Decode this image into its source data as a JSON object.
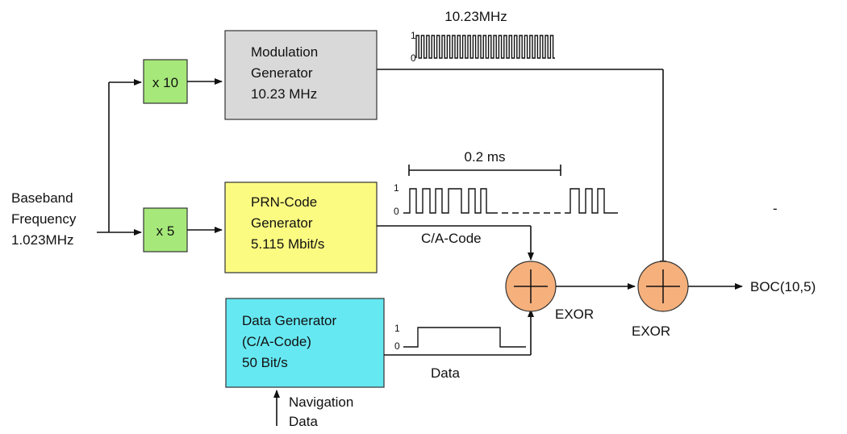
{
  "input": {
    "line1": "Baseband",
    "line2": "Frequency",
    "line3": "1.023MHz"
  },
  "multipliers": {
    "x10": "x 10",
    "x5": "x 5"
  },
  "blocks": {
    "modulation": {
      "line1": "Modulation",
      "line2": "Generator",
      "line3": "10.23 MHz"
    },
    "prn": {
      "line1": "PRN-Code",
      "line2": "Generator",
      "line3": "5.115 Mbit/s"
    },
    "data_gen": {
      "line1": "Data Generator",
      "line2": "(C/A-Code)",
      "line3": "50 Bit/s"
    }
  },
  "waveforms": {
    "mod_freq": "10.23MHz",
    "mod_high": "1",
    "mod_low": "0",
    "prn_period": "0.2 ms",
    "prn_high": "1",
    "prn_low": "0",
    "data_high": "1",
    "data_low": "0"
  },
  "signals": {
    "ca_code": "C/A-Code",
    "data": "Data",
    "nav_line1": "Navigation",
    "nav_line2": "Data"
  },
  "xor": {
    "label1": "EXOR",
    "label2": "EXOR"
  },
  "output": "BOC(10,5)",
  "stray_mark": "-",
  "colors": {
    "multiplier": "#a6e87a",
    "modulation": "#d9d9d9",
    "prn": "#fbfb82",
    "data_gen": "#66e8f2",
    "xor": "#f5b07c"
  }
}
